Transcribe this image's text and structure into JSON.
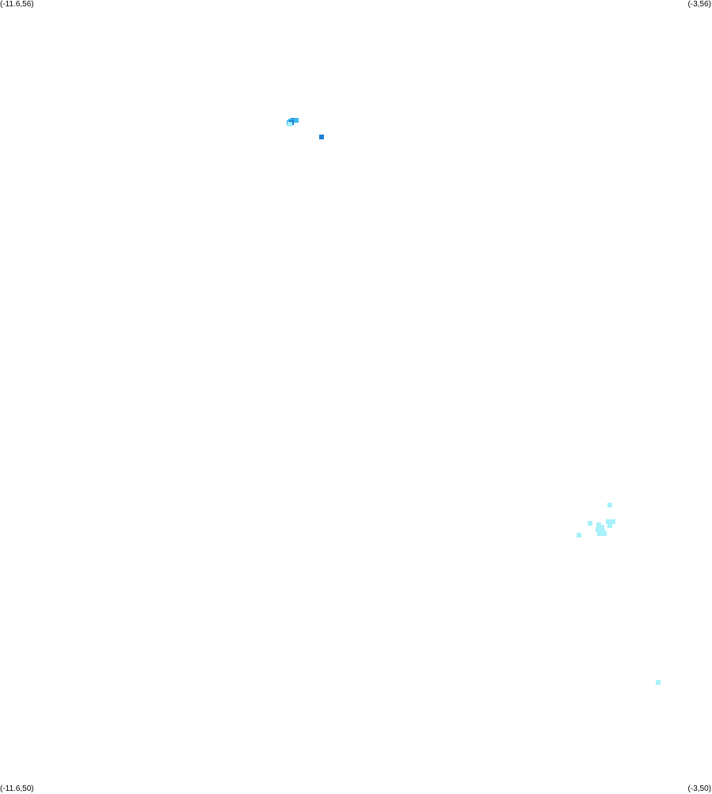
{
  "map": {
    "corners": {
      "top_left": "(-11.6,56)",
      "top_right": "(-3,56)",
      "bottom_left": "(-11.6,50)",
      "bottom_right": "(-3,50)"
    },
    "bounds": {
      "lon_min": -11.6,
      "lon_max": -3,
      "lat_min": 50,
      "lat_max": 56
    },
    "colors": {
      "dark": "#1a7fd4",
      "mid": "#3ab8f0",
      "light": "#a8f0fa"
    },
    "points": [
      {
        "lon": -8.06,
        "lat": 55.09,
        "level": "dark"
      },
      {
        "lon": -8.02,
        "lat": 55.09,
        "level": "mid"
      },
      {
        "lon": -8.09,
        "lat": 55.08,
        "level": "mid"
      },
      {
        "lon": -8.11,
        "lat": 55.07,
        "level": "mid"
      },
      {
        "lon": -8.08,
        "lat": 55.07,
        "level": "dark"
      },
      {
        "lon": -8.1,
        "lat": 55.06,
        "level": "light"
      },
      {
        "lon": -7.72,
        "lat": 54.96,
        "level": "dark"
      },
      {
        "lon": -4.23,
        "lat": 52.17,
        "level": "light"
      },
      {
        "lon": -4.47,
        "lat": 52.03,
        "level": "light"
      },
      {
        "lon": -4.37,
        "lat": 52.02,
        "level": "light"
      },
      {
        "lon": -4.25,
        "lat": 52.04,
        "level": "light"
      },
      {
        "lon": -4.2,
        "lat": 52.04,
        "level": "light"
      },
      {
        "lon": -4.23,
        "lat": 52.01,
        "level": "light"
      },
      {
        "lon": -4.33,
        "lat": 52.0,
        "level": "light"
      },
      {
        "lon": -4.38,
        "lat": 51.98,
        "level": "light"
      },
      {
        "lon": -4.32,
        "lat": 51.97,
        "level": "light"
      },
      {
        "lon": -4.36,
        "lat": 51.95,
        "level": "light"
      },
      {
        "lon": -4.3,
        "lat": 51.95,
        "level": "light"
      },
      {
        "lon": -4.61,
        "lat": 51.94,
        "level": "light"
      },
      {
        "lon": -3.65,
        "lat": 50.82,
        "level": "light"
      }
    ]
  }
}
